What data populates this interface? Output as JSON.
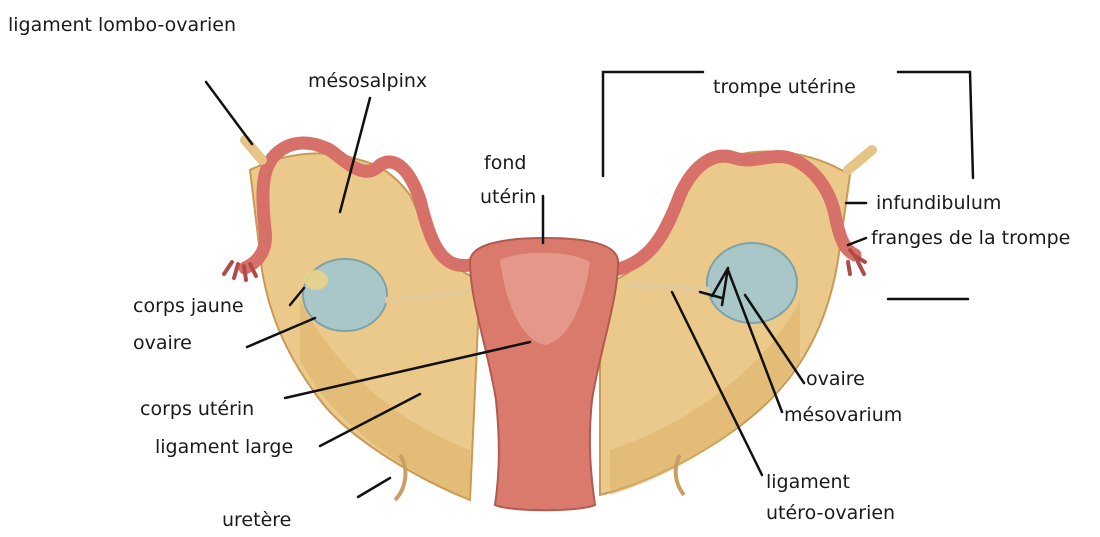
{
  "labels": {
    "ligament_lombo_ovarien": "ligament lombo-ovarien",
    "mesosalpinx": "mésosalpinx",
    "trompe_uterine": "trompe utérine",
    "fond_uterin_1": "fond",
    "fond_uterin_2": "utérin",
    "infundibulum": "infundibulum",
    "franges_de_la_trompe": "franges de la trompe",
    "corps_jaune": "corps jaune",
    "ovaire_left": "ovaire",
    "ovaire_right": "ovaire",
    "mesovarium": "mésovarium",
    "corps_uterin": "corps utérin",
    "ligament_large": "ligament large",
    "ligament_utero_ovarien_1": "ligament",
    "ligament_utero_ovarien_2": "utéro-ovarien",
    "uretere": "uretère"
  },
  "colors": {
    "ligament": "#eac98a",
    "ligament_shadow": "#c99a55",
    "tube": "#d8706a",
    "tube_dark": "#b04c48",
    "uterus": "#d97a6c",
    "uterus_light": "#e9a595",
    "ovary": "#a9c6c9",
    "leader_line": "#111111"
  }
}
